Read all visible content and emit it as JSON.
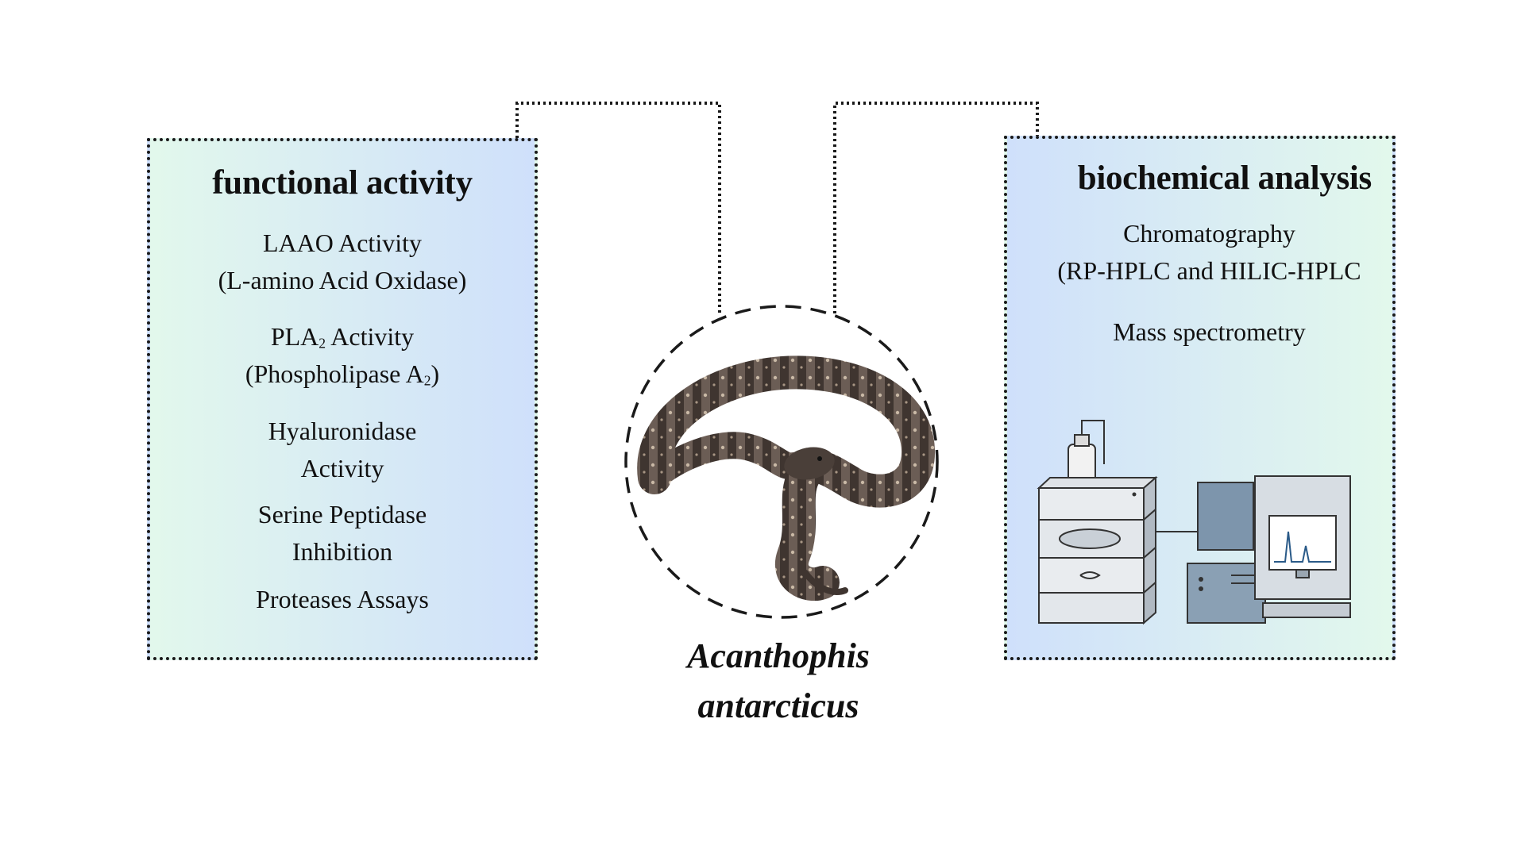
{
  "functional": {
    "title": "functional activity",
    "items": [
      {
        "line1": "LAAO Activity",
        "line2": "(L-amino Acid Oxidase)"
      },
      {
        "line1a": "PLA",
        "line1sub": "2",
        "line1b": " Activity",
        "line2a": "(Phospholipase A",
        "line2sub": "2",
        "line2b": ")"
      },
      {
        "line1": "Hyaluronidase",
        "line2": "Activity"
      },
      {
        "line1": "Serine Peptidase",
        "line2": "Inhibition"
      },
      {
        "line1": "Proteases Assays"
      }
    ]
  },
  "biochemical": {
    "title": "biochemical analysis",
    "items": [
      {
        "line1": "Chromatography",
        "line2": "(RP-HPLC and HILIC-HPLC"
      },
      {
        "line1": "Mass spectrometry"
      }
    ]
  },
  "species": {
    "line1": "Acanthophis",
    "line2": "antarcticus"
  },
  "icons": {
    "center": "snake-photo",
    "instrument": "hplc-mass-spectrometer-illustration"
  },
  "colors": {
    "panel_green": "#e2f8ec",
    "panel_blue": "#cfe0fb",
    "border": "#1a1a1a"
  }
}
